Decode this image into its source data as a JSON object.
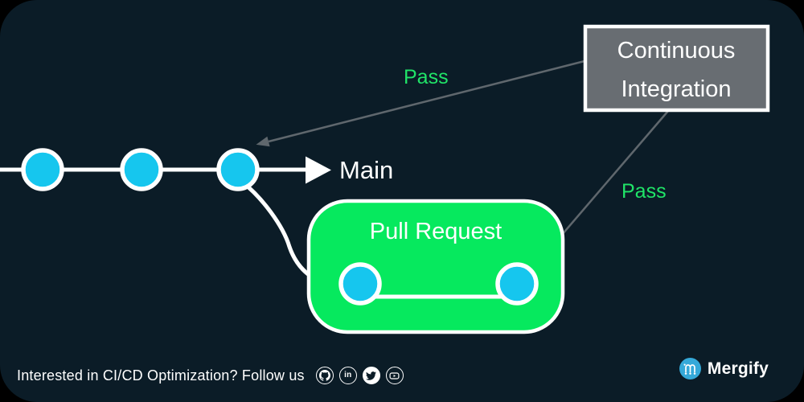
{
  "colors": {
    "outer_background": "#000000",
    "card_background": "#0b1c27",
    "white": "#ffffff",
    "commit_cyan": "#16c6ee",
    "pr_green": "#06e95e",
    "pass_green": "#20e468",
    "ci_box_gray": "#686d72",
    "arrow_gray": "#5f676d",
    "mergify_blue": "#35a9d9"
  },
  "diagram": {
    "main_label": "Main",
    "pull_request_label": "Pull Request",
    "ci_box": {
      "line1": "Continuous",
      "line2": "Integration"
    },
    "pass_label_main": "Pass",
    "pass_label_pr": "Pass"
  },
  "footer": {
    "text": "Interested in CI/CD Optimization? Follow us",
    "social_icons": [
      "github",
      "linkedin",
      "twitter",
      "youtube"
    ],
    "linkedin_glyph": "in",
    "brand": {
      "name": "Mergify"
    }
  }
}
